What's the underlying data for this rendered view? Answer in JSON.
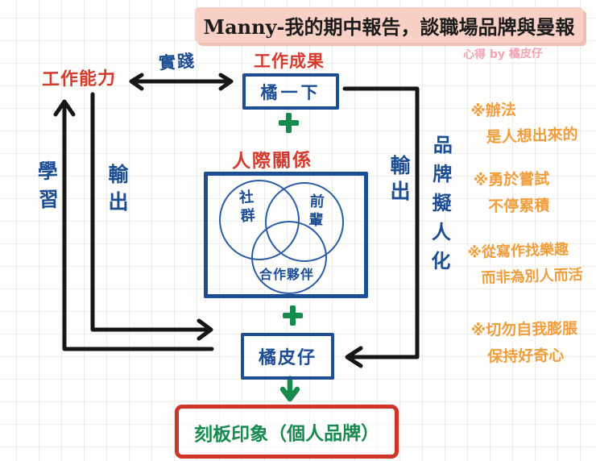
{
  "banner": {
    "title": "Manny-我的期中報告，談職場品牌與曼報",
    "signature": "心得 by 橘皮仔"
  },
  "flow": {
    "work_ability": "工作能力",
    "practice": "實踐",
    "work_results": "工作成果",
    "check_box": "橘一下",
    "interpersonal_title": "人際關係",
    "venn": {
      "community": "社群",
      "seniors": "前輩",
      "partners": "合作夥伴"
    },
    "learning": "學習",
    "output_left": "輸出",
    "output_right": "輸出",
    "brand_personification": "品牌擬人化",
    "orange_peel_box": "橘皮仔",
    "stereotype_box": "刻板印象（個人品牌）"
  },
  "notes": [
    {
      "line1": "※辦法",
      "line2": "是人想出來的"
    },
    {
      "line1": "※勇於嘗試",
      "line2": "不停累積"
    },
    {
      "line1": "※從寫作找樂趣",
      "line2": "而非為別人而活"
    },
    {
      "line1": "※切勿自我膨脹",
      "line2": "保持好奇心"
    }
  ],
  "colors": {
    "hand_red": "#d23b2e",
    "hand_blue": "#1d4e94",
    "hand_green": "#178a4e",
    "hand_orange": "#f09d3c",
    "banner_pink": "#f8d0c6",
    "signature_pink": "#f2a3b3",
    "arrow_black": "#161616"
  }
}
